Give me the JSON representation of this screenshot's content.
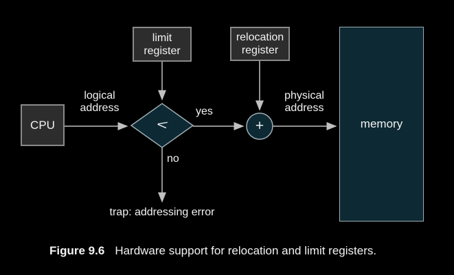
{
  "figure": {
    "caption_prefix": "Figure 9.6",
    "caption_text": "Hardware support for relocation and limit registers."
  },
  "nodes": {
    "cpu": {
      "label": "CPU"
    },
    "limit_register": {
      "label": "limit register"
    },
    "relocation_register": {
      "label": "relocation register"
    },
    "comparator": {
      "symbol": "<"
    },
    "adder": {
      "symbol": "+"
    },
    "memory": {
      "label": "memory"
    }
  },
  "edge_labels": {
    "logical_address": "logical address",
    "physical_address": "physical address",
    "yes": "yes",
    "no": "no",
    "trap": "trap: addressing error"
  },
  "colors": {
    "background": "#000000",
    "register_box_fill": "#2d2d2d",
    "register_box_border": "#8a8a8a",
    "shape_fill": "#0d2933",
    "shape_border": "#9fadb4",
    "arrow": "#c0c0c0",
    "text": "#f2f2f2"
  }
}
